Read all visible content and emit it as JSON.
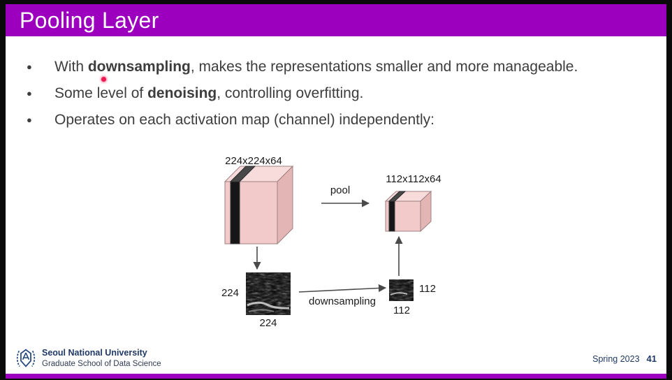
{
  "slide": {
    "title": "Pooling Layer",
    "bullet_char": "●",
    "bullets": [
      {
        "pre": "With ",
        "bold": "downsampling",
        "post": ", makes the representations smaller and more manageable."
      },
      {
        "pre": "Some level of ",
        "bold": "denoising",
        "post": ", controlling overfitting."
      },
      {
        "pre": "Operates on each activation map (channel) independently:",
        "bold": "",
        "post": ""
      }
    ]
  },
  "diagram": {
    "input_volume_label": "224x224x64",
    "output_volume_label": "112x112x64",
    "pool_label": "pool",
    "downsampling_label": "downsampling",
    "input_map_height_label": "224",
    "input_map_width_label": "224",
    "output_map_height_label": "112",
    "output_map_width_label": "112"
  },
  "footer": {
    "university": "Seoul National University",
    "department": "Graduate School of Data Science",
    "term": "Spring 2023",
    "page_number": "41"
  },
  "colors": {
    "header_purple": "#9C00BE",
    "navy": "#1F3864",
    "text_gray": "#3D3D3D",
    "cube_front": "#F2CACA",
    "cube_top": "#F8DCDC",
    "cube_side": "#E4B5B5"
  }
}
